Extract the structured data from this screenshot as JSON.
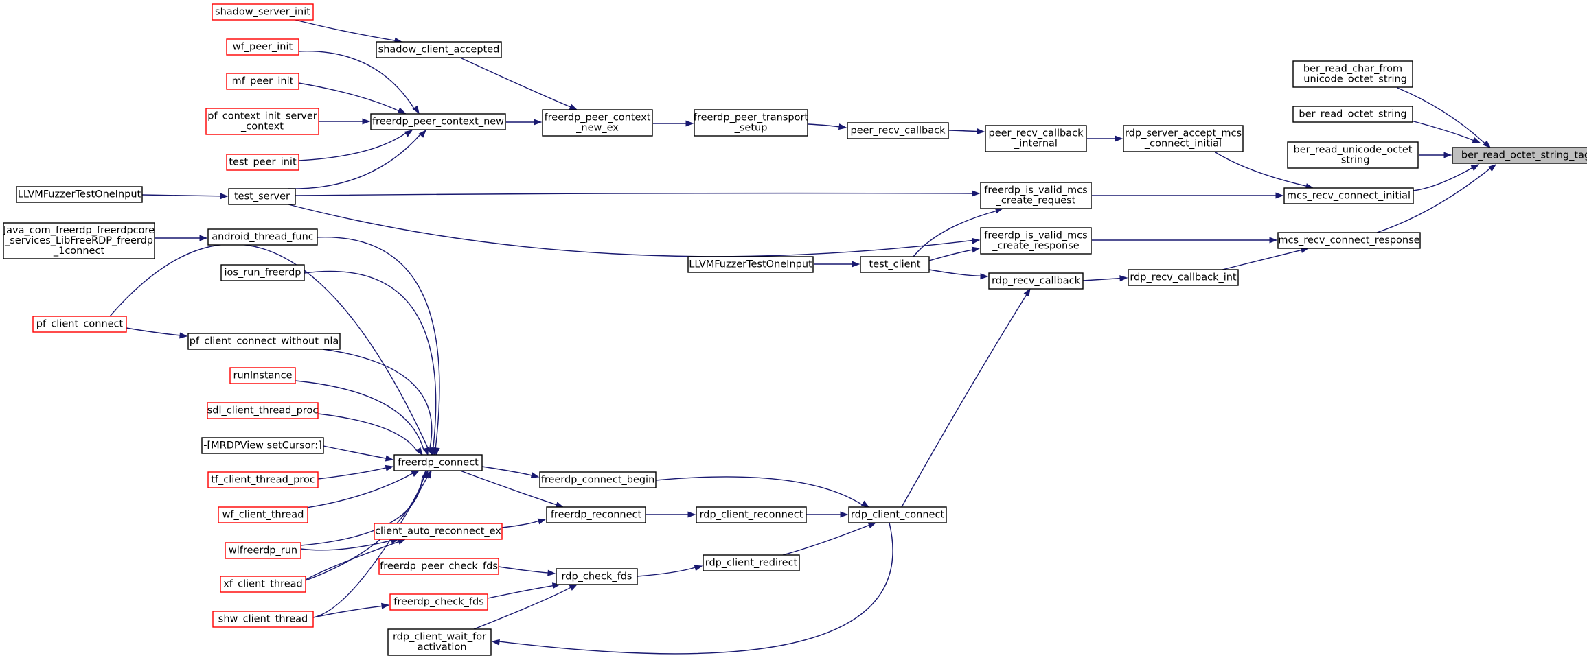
{
  "diagram": {
    "type": "call-graph",
    "root": "ber_read_octet_string_tag",
    "nodes": [
      {
        "id": "ber_read_octet_string_tag",
        "lines": [
          "ber_read_octet_string_tag"
        ],
        "kind": "focus"
      },
      {
        "id": "ber_read_char_from_unicode_octet_string",
        "lines": [
          "ber_read_char_from",
          "_unicode_octet_string"
        ],
        "kind": "normal"
      },
      {
        "id": "ber_read_octet_string",
        "lines": [
          "ber_read_octet_string"
        ],
        "kind": "normal"
      },
      {
        "id": "ber_read_unicode_octet_string",
        "lines": [
          "ber_read_unicode_octet",
          "_string"
        ],
        "kind": "normal"
      },
      {
        "id": "mcs_recv_connect_initial",
        "lines": [
          "mcs_recv_connect_initial"
        ],
        "kind": "normal"
      },
      {
        "id": "mcs_recv_connect_response",
        "lines": [
          "mcs_recv_connect_response"
        ],
        "kind": "normal"
      },
      {
        "id": "rdp_server_accept_mcs_connect_initial",
        "lines": [
          "rdp_server_accept_mcs",
          "_connect_initial"
        ],
        "kind": "normal"
      },
      {
        "id": "freerdp_is_valid_mcs_create_request",
        "lines": [
          "freerdp_is_valid_mcs",
          "_create_request"
        ],
        "kind": "normal"
      },
      {
        "id": "freerdp_is_valid_mcs_create_response",
        "lines": [
          "freerdp_is_valid_mcs",
          "_create_response"
        ],
        "kind": "normal"
      },
      {
        "id": "rdp_recv_callback_int",
        "lines": [
          "rdp_recv_callback_int"
        ],
        "kind": "normal"
      },
      {
        "id": "peer_recv_callback_internal",
        "lines": [
          "peer_recv_callback",
          "_internal"
        ],
        "kind": "normal"
      },
      {
        "id": "rdp_recv_callback",
        "lines": [
          "rdp_recv_callback"
        ],
        "kind": "normal"
      },
      {
        "id": "peer_recv_callback",
        "lines": [
          "peer_recv_callback"
        ],
        "kind": "normal"
      },
      {
        "id": "test_client",
        "lines": [
          "test_client"
        ],
        "kind": "normal"
      },
      {
        "id": "rdp_client_connect",
        "lines": [
          "rdp_client_connect"
        ],
        "kind": "normal"
      },
      {
        "id": "freerdp_peer_transport_setup",
        "lines": [
          "freerdp_peer_transport",
          "_setup"
        ],
        "kind": "normal"
      },
      {
        "id": "LLVMFuzzerTestOneInput_b",
        "lines": [
          "LLVMFuzzerTestOneInput"
        ],
        "kind": "normal"
      },
      {
        "id": "rdp_client_reconnect",
        "lines": [
          "rdp_client_reconnect"
        ],
        "kind": "normal"
      },
      {
        "id": "rdp_client_redirect",
        "lines": [
          "rdp_client_redirect"
        ],
        "kind": "normal"
      },
      {
        "id": "freerdp_connect_begin",
        "lines": [
          "freerdp_connect_begin"
        ],
        "kind": "normal"
      },
      {
        "id": "freerdp_reconnect",
        "lines": [
          "freerdp_reconnect"
        ],
        "kind": "normal"
      },
      {
        "id": "freerdp_peer_context_new_ex",
        "lines": [
          "freerdp_peer_context",
          "_new_ex"
        ],
        "kind": "normal"
      },
      {
        "id": "rdp_check_fds",
        "lines": [
          "rdp_check_fds"
        ],
        "kind": "normal"
      },
      {
        "id": "rdp_client_wait_for_activation",
        "lines": [
          "rdp_client_wait_for",
          "_activation"
        ],
        "kind": "normal"
      },
      {
        "id": "freerdp_peer_context_new",
        "lines": [
          "freerdp_peer_context_new"
        ],
        "kind": "normal"
      },
      {
        "id": "shadow_client_accepted",
        "lines": [
          "shadow_client_accepted"
        ],
        "kind": "normal"
      },
      {
        "id": "freerdp_connect",
        "lines": [
          "freerdp_connect"
        ],
        "kind": "normal"
      },
      {
        "id": "client_auto_reconnect_ex",
        "lines": [
          "client_auto_reconnect_ex"
        ],
        "kind": "red"
      },
      {
        "id": "freerdp_peer_check_fds",
        "lines": [
          "freerdp_peer_check_fds"
        ],
        "kind": "red"
      },
      {
        "id": "freerdp_check_fds",
        "lines": [
          "freerdp_check_fds"
        ],
        "kind": "red"
      },
      {
        "id": "test_server",
        "lines": [
          "test_server"
        ],
        "kind": "normal"
      },
      {
        "id": "android_thread_func",
        "lines": [
          "android_thread_func"
        ],
        "kind": "normal"
      },
      {
        "id": "ios_run_freerdp",
        "lines": [
          "ios_run_freerdp"
        ],
        "kind": "normal"
      },
      {
        "id": "pf_client_connect_without_nla",
        "lines": [
          "pf_client_connect_without_nla"
        ],
        "kind": "normal"
      },
      {
        "id": "runInstance",
        "lines": [
          "runInstance"
        ],
        "kind": "red"
      },
      {
        "id": "sdl_client_thread_proc",
        "lines": [
          "sdl_client_thread_proc"
        ],
        "kind": "red"
      },
      {
        "id": "MRDPView_setCursor",
        "lines": [
          "-[MRDPView setCursor:]"
        ],
        "kind": "normal"
      },
      {
        "id": "tf_client_thread_proc",
        "lines": [
          "tf_client_thread_proc"
        ],
        "kind": "red"
      },
      {
        "id": "wf_client_thread",
        "lines": [
          "wf_client_thread"
        ],
        "kind": "red"
      },
      {
        "id": "wlfreerdp_run",
        "lines": [
          "wlfreerdp_run"
        ],
        "kind": "red"
      },
      {
        "id": "xf_client_thread",
        "lines": [
          "xf_client_thread"
        ],
        "kind": "red"
      },
      {
        "id": "shw_client_thread",
        "lines": [
          "shw_client_thread"
        ],
        "kind": "red"
      },
      {
        "id": "shadow_server_init",
        "lines": [
          "shadow_server_init"
        ],
        "kind": "red"
      },
      {
        "id": "wf_peer_init",
        "lines": [
          "wf_peer_init"
        ],
        "kind": "red"
      },
      {
        "id": "mf_peer_init",
        "lines": [
          "mf_peer_init"
        ],
        "kind": "red"
      },
      {
        "id": "pf_context_init_server_context",
        "lines": [
          "pf_context_init_server",
          "_context"
        ],
        "kind": "red"
      },
      {
        "id": "test_peer_init",
        "lines": [
          "test_peer_init"
        ],
        "kind": "red"
      },
      {
        "id": "LLVMFuzzerTestOneInput_a",
        "lines": [
          "LLVMFuzzerTestOneInput"
        ],
        "kind": "normal"
      },
      {
        "id": "Java_android_connect",
        "lines": [
          "Java_com_freerdp_freerdpcore",
          "_services_LibFreeRDP_freerdp",
          "_1connect"
        ],
        "kind": "normal"
      },
      {
        "id": "pf_client_connect",
        "lines": [
          "pf_client_connect"
        ],
        "kind": "red"
      }
    ],
    "edges": [
      {
        "from": "ber_read_char_from_unicode_octet_string",
        "to": "ber_read_octet_string_tag"
      },
      {
        "from": "ber_read_octet_string",
        "to": "ber_read_octet_string_tag"
      },
      {
        "from": "ber_read_unicode_octet_string",
        "to": "ber_read_octet_string_tag"
      },
      {
        "from": "mcs_recv_connect_initial",
        "to": "ber_read_octet_string_tag"
      },
      {
        "from": "mcs_recv_connect_response",
        "to": "ber_read_octet_string_tag"
      },
      {
        "from": "rdp_server_accept_mcs_connect_initial",
        "to": "mcs_recv_connect_initial"
      },
      {
        "from": "freerdp_is_valid_mcs_create_request",
        "to": "mcs_recv_connect_initial"
      },
      {
        "from": "freerdp_is_valid_mcs_create_response",
        "to": "mcs_recv_connect_response"
      },
      {
        "from": "rdp_recv_callback_int",
        "to": "mcs_recv_connect_response"
      },
      {
        "from": "peer_recv_callback_internal",
        "to": "rdp_server_accept_mcs_connect_initial"
      },
      {
        "from": "peer_recv_callback",
        "to": "peer_recv_callback_internal"
      },
      {
        "from": "freerdp_peer_transport_setup",
        "to": "peer_recv_callback"
      },
      {
        "from": "freerdp_peer_context_new_ex",
        "to": "freerdp_peer_transport_setup"
      },
      {
        "from": "freerdp_peer_context_new",
        "to": "freerdp_peer_context_new_ex"
      },
      {
        "from": "shadow_client_accepted",
        "to": "freerdp_peer_context_new_ex"
      },
      {
        "from": "shadow_server_init",
        "to": "shadow_client_accepted"
      },
      {
        "from": "wf_peer_init",
        "to": "freerdp_peer_context_new"
      },
      {
        "from": "mf_peer_init",
        "to": "freerdp_peer_context_new"
      },
      {
        "from": "pf_context_init_server_context",
        "to": "freerdp_peer_context_new"
      },
      {
        "from": "test_peer_init",
        "to": "freerdp_peer_context_new"
      },
      {
        "from": "test_server",
        "to": "freerdp_peer_context_new"
      },
      {
        "from": "test_server",
        "to": "freerdp_is_valid_mcs_create_request"
      },
      {
        "from": "test_server",
        "to": "freerdp_is_valid_mcs_create_response"
      },
      {
        "from": "LLVMFuzzerTestOneInput_a",
        "to": "test_server"
      },
      {
        "from": "test_client",
        "to": "freerdp_is_valid_mcs_create_request"
      },
      {
        "from": "test_client",
        "to": "freerdp_is_valid_mcs_create_response"
      },
      {
        "from": "test_client",
        "to": "rdp_recv_callback"
      },
      {
        "from": "LLVMFuzzerTestOneInput_b",
        "to": "test_client"
      },
      {
        "from": "rdp_recv_callback",
        "to": "rdp_recv_callback_int"
      },
      {
        "from": "rdp_client_connect",
        "to": "rdp_recv_callback"
      },
      {
        "from": "freerdp_connect_begin",
        "to": "rdp_client_connect"
      },
      {
        "from": "rdp_client_reconnect",
        "to": "rdp_client_connect"
      },
      {
        "from": "rdp_client_redirect",
        "to": "rdp_client_connect"
      },
      {
        "from": "rdp_client_connect",
        "to": "rdp_client_wait_for_activation"
      },
      {
        "from": "freerdp_reconnect",
        "to": "rdp_client_reconnect"
      },
      {
        "from": "rdp_check_fds",
        "to": "rdp_client_redirect"
      },
      {
        "from": "freerdp_connect",
        "to": "freerdp_connect_begin"
      },
      {
        "from": "freerdp_connect",
        "to": "freerdp_reconnect"
      },
      {
        "from": "client_auto_reconnect_ex",
        "to": "freerdp_reconnect"
      },
      {
        "from": "freerdp_peer_check_fds",
        "to": "rdp_check_fds"
      },
      {
        "from": "freerdp_check_fds",
        "to": "rdp_check_fds"
      },
      {
        "from": "rdp_client_wait_for_activation",
        "to": "rdp_check_fds"
      },
      {
        "from": "shw_client_thread",
        "to": "freerdp_check_fds"
      },
      {
        "from": "wlfreerdp_run",
        "to": "client_auto_reconnect_ex"
      },
      {
        "from": "xf_client_thread",
        "to": "client_auto_reconnect_ex"
      },
      {
        "from": "Java_android_connect",
        "to": "android_thread_func"
      },
      {
        "from": "pf_client_connect",
        "to": "pf_client_connect_without_nla"
      },
      {
        "from": "android_thread_func",
        "to": "freerdp_connect"
      },
      {
        "from": "ios_run_freerdp",
        "to": "freerdp_connect"
      },
      {
        "from": "pf_client_connect",
        "to": "freerdp_connect"
      },
      {
        "from": "pf_client_connect_without_nla",
        "to": "freerdp_connect"
      },
      {
        "from": "runInstance",
        "to": "freerdp_connect"
      },
      {
        "from": "sdl_client_thread_proc",
        "to": "freerdp_connect"
      },
      {
        "from": "MRDPView_setCursor",
        "to": "freerdp_connect"
      },
      {
        "from": "tf_client_thread_proc",
        "to": "freerdp_connect"
      },
      {
        "from": "wf_client_thread",
        "to": "freerdp_connect"
      },
      {
        "from": "wlfreerdp_run",
        "to": "freerdp_connect"
      },
      {
        "from": "xf_client_thread",
        "to": "freerdp_connect"
      },
      {
        "from": "shw_client_thread",
        "to": "freerdp_connect"
      }
    ]
  },
  "colors": {
    "edge": "#191970",
    "node_border": "#000000",
    "unresolved_border": "#ff0000",
    "focus_fill": "#bfbfbf",
    "background": "#ffffff"
  }
}
